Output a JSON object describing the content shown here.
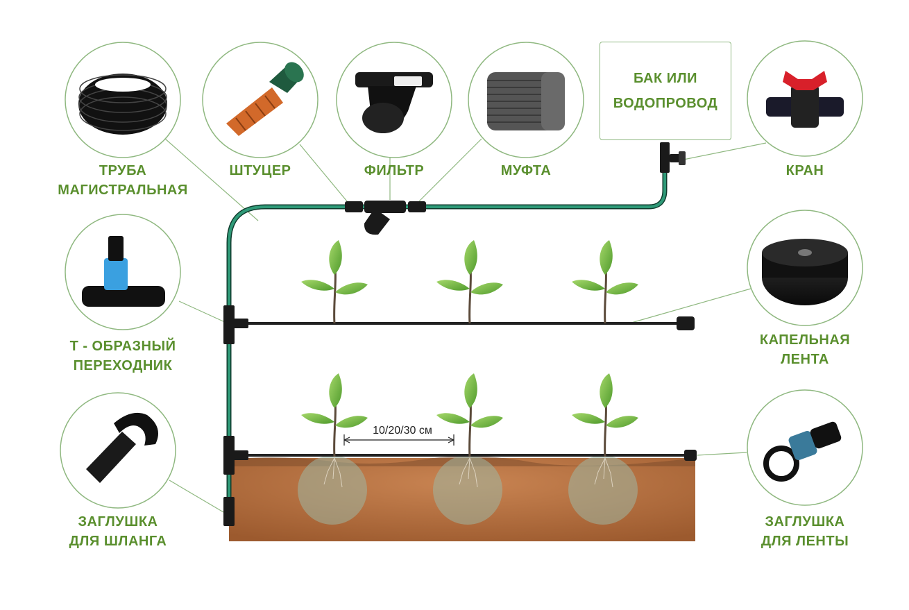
{
  "tank": {
    "line1": "БАК ИЛИ",
    "line2": "ВОДОПРОВОД"
  },
  "labels": {
    "main_pipe": [
      "ТРУБА",
      "МАГИСТРАЛЬНАЯ"
    ],
    "fitting": [
      "ШТУЦЕР"
    ],
    "filter": [
      "ФИЛЬТР"
    ],
    "coupling": [
      "МУФТА"
    ],
    "valve": [
      "КРАН"
    ],
    "tee": [
      "Т - ОБРАЗНЫЙ",
      "ПЕРЕХОДНИК"
    ],
    "drip_tape": [
      "КАПЕЛЬНАЯ",
      "ЛЕНТА"
    ],
    "hose_plug": [
      "ЗАГЛУШКА",
      "ДЛЯ ШЛАНГА"
    ],
    "tape_plug": [
      "ЗАГЛУШКА",
      "ДЛЯ ЛЕНТЫ"
    ]
  },
  "spacing_label": "10/20/30 см",
  "colors": {
    "label": "#5a8f2e",
    "pipe": "#2f9a78",
    "tape": "#222222",
    "soil": "#b96a3a",
    "leaf": "#7cc04a",
    "circle_border": "#8fb880"
  },
  "icons": {
    "main_pipe": "coiled-black-pipe-icon",
    "fitting": "orange-hose-fitting-icon",
    "filter": "disc-filter-icon",
    "coupling": "gray-coupling-icon",
    "valve": "red-handle-valve-icon",
    "tee": "tee-connector-icon",
    "drip_tape": "drip-tape-roll-icon",
    "hose_plug": "hose-end-plug-icon",
    "tape_plug": "tape-end-plug-icon"
  }
}
